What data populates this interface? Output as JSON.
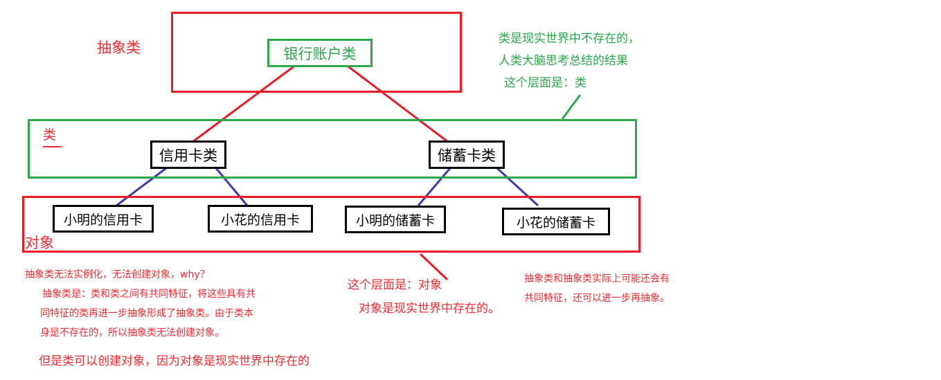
{
  "diagram": {
    "title_groups": {
      "abstract_label": "抽象类",
      "class_label": "类",
      "object_label": "对象"
    },
    "nodes": {
      "root": "银行账户类",
      "class_credit": "信用卡类",
      "class_debit": "储蓄卡类",
      "obj_xm_credit": "小明的信用卡",
      "obj_xh_credit": "小花的信用卡",
      "obj_xm_debit": "小明的储蓄卡",
      "obj_xh_debit": "小花的储蓄卡"
    },
    "annotations": {
      "green_note": {
        "line1": "类是现实世界中不存在的，",
        "line2": "人类大脑思考总结的结果",
        "line3": "这个层面是：类"
      },
      "red_note_left": {
        "line1": "抽象类无法实例化，无法创建对象，why？",
        "line2": "抽象类是：类和类之间有共同特征，将这些具有共",
        "line3": "同特征的类再进一步抽象形成了抽象类。由于类本",
        "line4": "身是不存在的，所以抽象类无法创建对象。",
        "line5": "但是类可以创建对象，因为对象是现实世界中存在的"
      },
      "red_note_middle": {
        "line1": "这个层面是：对象",
        "line2": "对象是现实世界中存在的。"
      },
      "red_note_right": {
        "line1": "抽象类和抽象类实际上可能还会有",
        "line2": "共同特征，还可以进一步再抽象。"
      }
    },
    "colors": {
      "red": "#ed1c24",
      "green": "#2aa84a",
      "blue": "#3a3ab5",
      "black": "#000000"
    }
  }
}
